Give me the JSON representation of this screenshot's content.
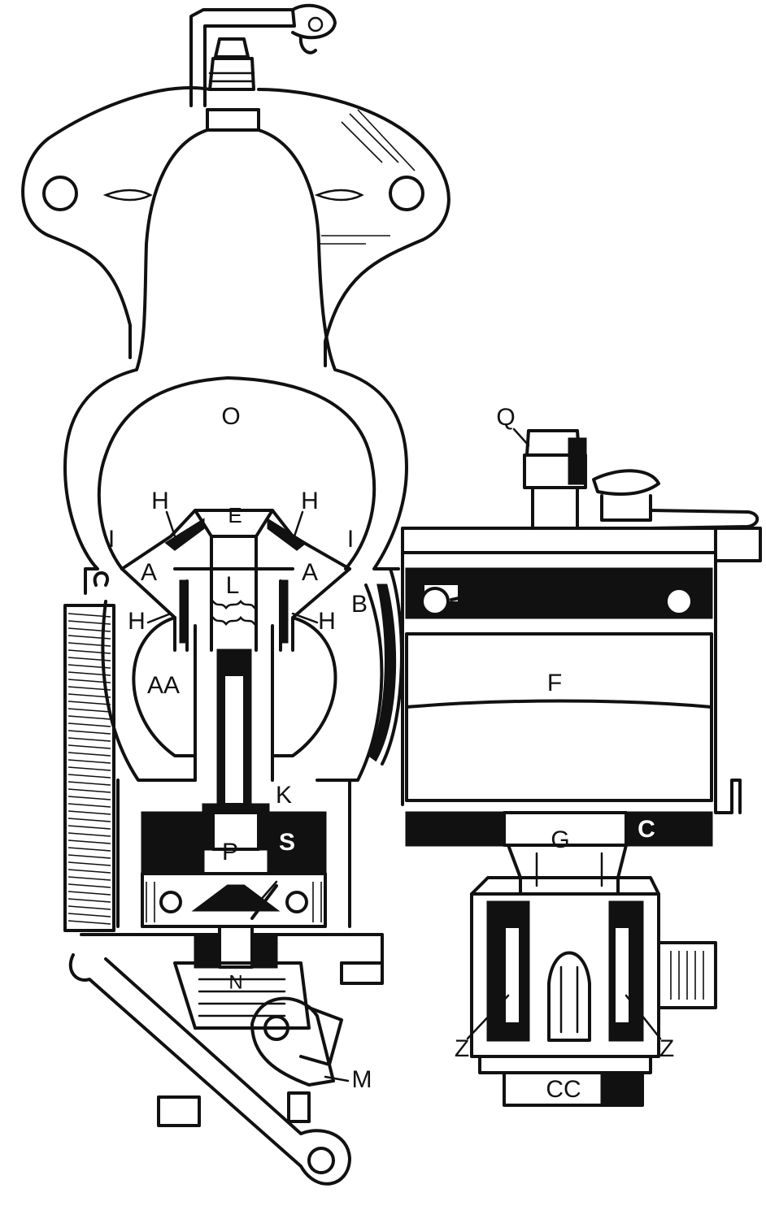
{
  "labels": {
    "O": "O",
    "Q": "Q",
    "E": "E",
    "H_top_left": "H",
    "H_top_right": "H",
    "H_mid_left": "H",
    "H_mid_right": "H",
    "I_left": "I",
    "I_right": "I",
    "A_left": "A",
    "A_right": "A",
    "L": "L",
    "B": "B",
    "AA": "AA",
    "F": "F",
    "K": "K",
    "P": "P",
    "S": "S",
    "C": "C",
    "G": "G",
    "N": "N",
    "M": "M",
    "Z_left": "Z",
    "Z_right": "Z",
    "CC": "CC"
  },
  "colors": {
    "ink": "#111111",
    "paper": "#ffffff"
  }
}
